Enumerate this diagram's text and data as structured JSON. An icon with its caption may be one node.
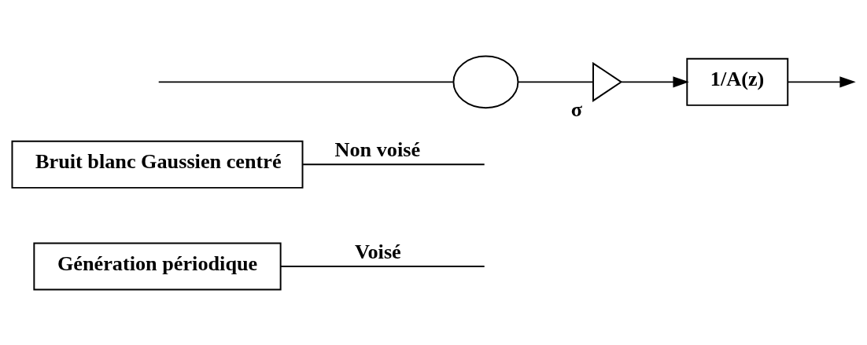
{
  "diagram": {
    "nodes": [
      {
        "text": [
          "Génération périodique"
        ]
      },
      {
        "text": [
          "Bruit blanc Gaussien centré"
        ]
      },
      {
        "text": [],
        "shape": "circle"
      },
      {
        "text": [],
        "shape": "triangle",
        "beside": [
          "σ"
        ]
      },
      {
        "text": [
          "1/A(z)"
        ]
      }
    ],
    "edges": [
      {
        "from": 0,
        "to": null,
        "arrow": "none",
        "label": "Voisé"
      },
      {
        "from": 1,
        "to": null,
        "arrow": "none",
        "label": "Non voisé"
      },
      {
        "from": null,
        "to": 2,
        "arrow": "none"
      },
      {
        "from": 2,
        "to": 3,
        "arrow": "none"
      },
      {
        "from": 3,
        "to": 4,
        "arrow": "to"
      },
      {
        "from": 4,
        "to": null,
        "arrow": "to"
      }
    ]
  }
}
